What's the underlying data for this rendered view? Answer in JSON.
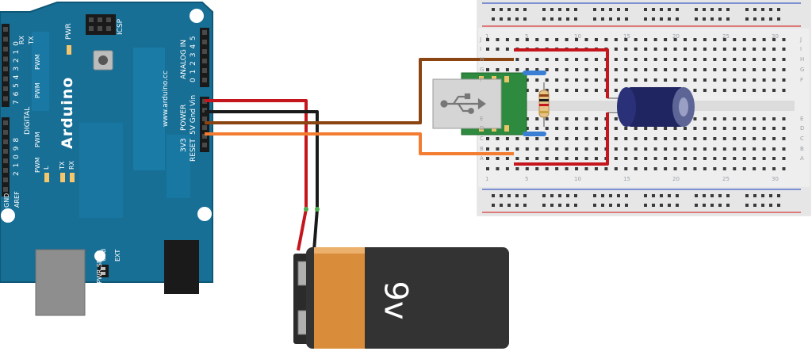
{
  "arduino": {
    "brand": "Arduino",
    "url": "www.arduino.cc",
    "icsp": "ICSP",
    "pwr": "PWR",
    "digital": "DIGITAL",
    "aref": "AREF",
    "gnd": "GND",
    "tx_rx_top": [
      "TX",
      "RX"
    ],
    "pin_numbers_top": "7 6 5 4 3 2 1 0",
    "pin_numbers_bottom": "2 1 0 9 8",
    "pwm": "PWM",
    "led_l": "L",
    "led_tx": "TX",
    "led_rx": "RX",
    "analog_in": "ANALOG IN",
    "analog_pins": "0 1 2 3 4 5",
    "power_label": "POWER",
    "power_pins": "5V Gnd Vin",
    "pin_3v3": "3V3",
    "reset": "RESET",
    "pwr_sel": "PWR SEL",
    "usb": "USB",
    "ext": "EXT"
  },
  "battery": {
    "label": "9v"
  },
  "breadboard": {
    "column_numbers": [
      "1",
      "5",
      "10",
      "15",
      "20",
      "25",
      "30"
    ],
    "row_letters_top": [
      "J",
      "I",
      "H",
      "G",
      "F"
    ],
    "row_letters_bottom": [
      "E",
      "D",
      "C",
      "B",
      "A"
    ]
  },
  "colors": {
    "board": "#176f96",
    "wire_red": "#c4161c",
    "wire_black": "#1a1a1a",
    "wire_brown": "#8b4513",
    "wire_orange": "#f47c30",
    "battery_body": "#333333",
    "battery_copper": "#d98c3a",
    "capacitor": "#1f2560",
    "usb_pcb": "#2d8a3e"
  }
}
